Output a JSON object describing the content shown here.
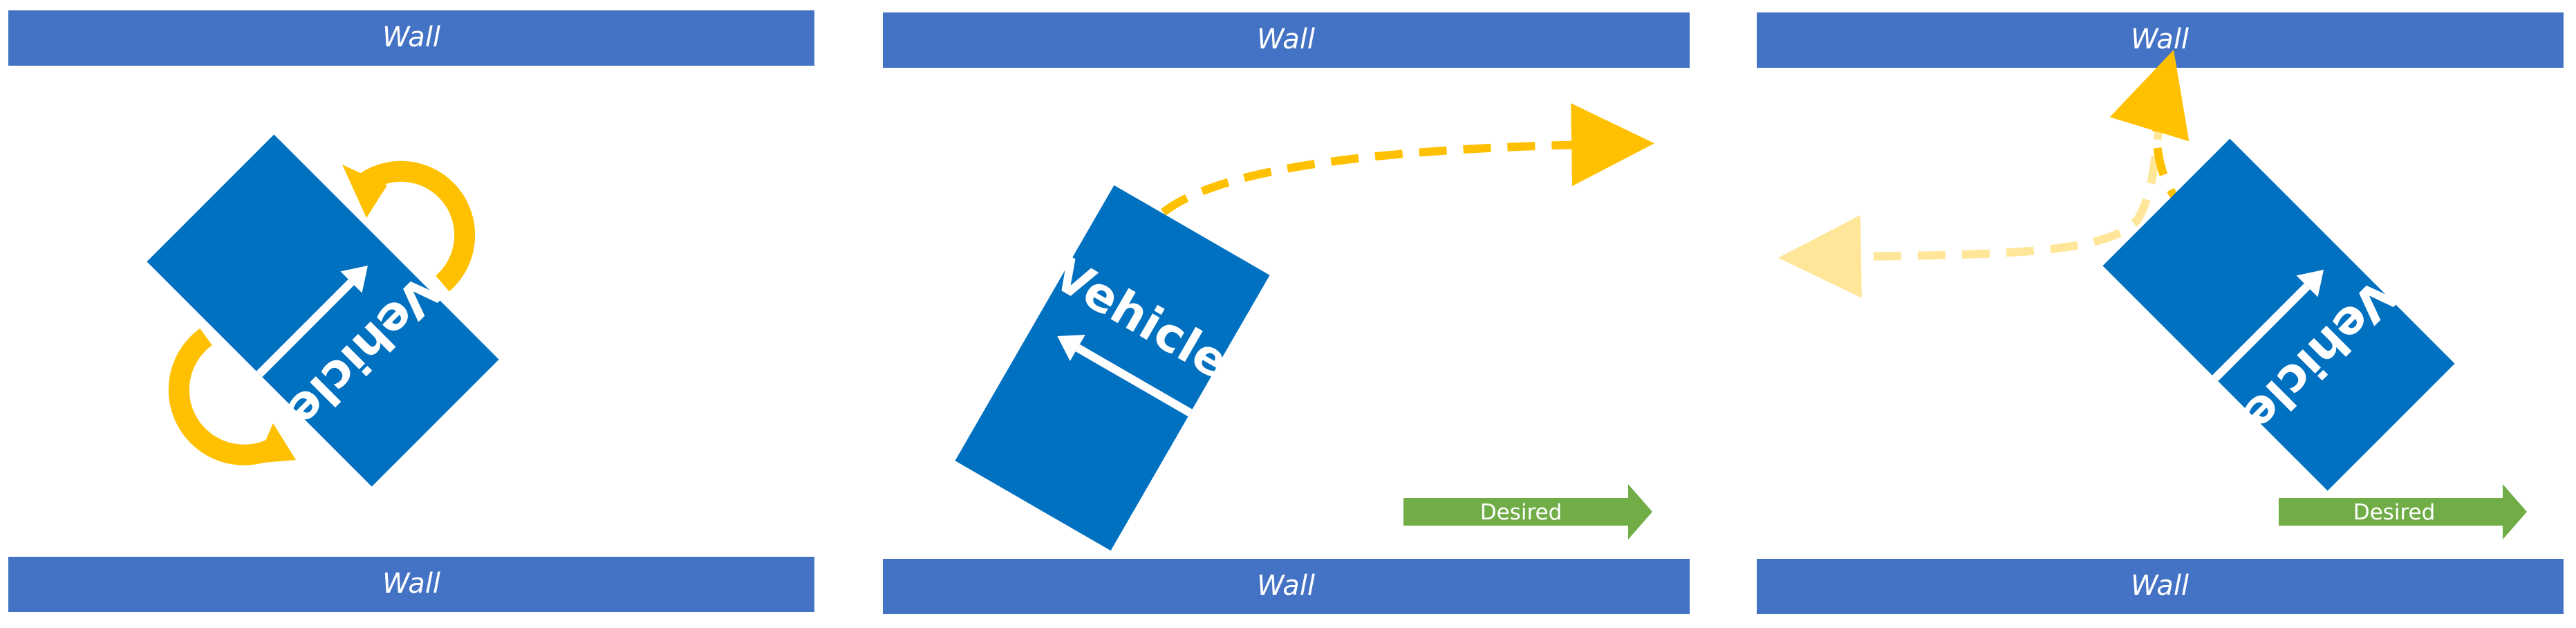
{
  "colors": {
    "wall": "#4472c4",
    "vehicle": "#0070c0",
    "path": "#ffc000",
    "path_faded": "#ffe699",
    "desired": "#70ad47",
    "text": "#ffffff"
  },
  "panels": [
    {
      "top_wall_label": "Wall",
      "bottom_wall_label": "Wall",
      "vehicle_label": "Vehicle",
      "rotation_arrows": "yellow-curved-rotation-arrows"
    },
    {
      "top_wall_label": "Wall",
      "bottom_wall_label": "Wall",
      "vehicle_label": "Vehicle",
      "desired_label": "Desired",
      "path": "yellow-dashed-trajectory"
    },
    {
      "top_wall_label": "Wall",
      "bottom_wall_label": "Wall",
      "vehicle_label": "Vehicle",
      "desired_label": "Desired",
      "path": "yellow-dashed-trajectory",
      "faded_path": "faded-dashed-trajectory"
    }
  ]
}
